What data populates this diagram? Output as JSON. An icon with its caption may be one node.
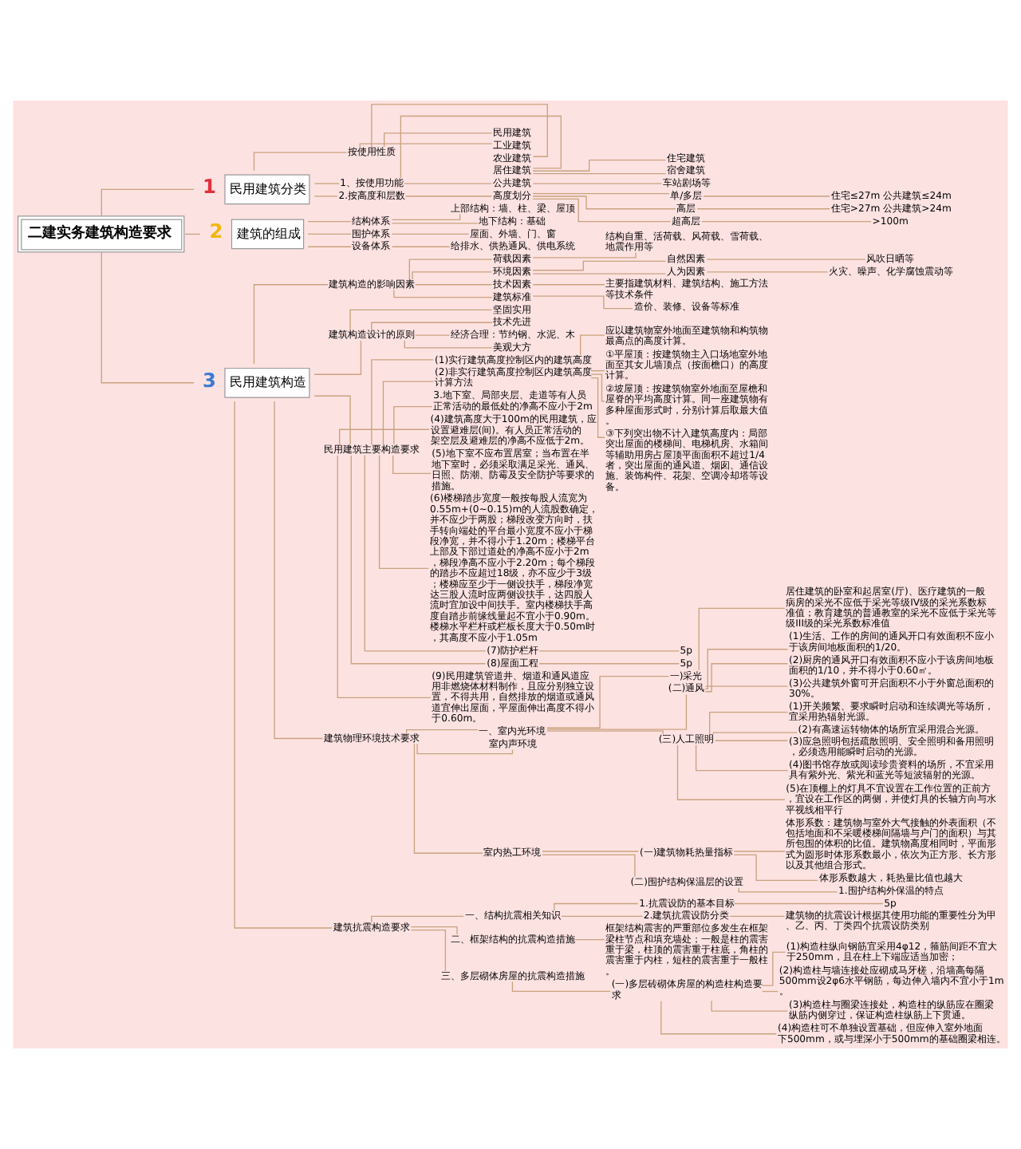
{
  "diagram": {
    "nodes": [
      {
        "text": [
          "二建实务建筑构造要求"
        ]
      },
      {
        "text": [
          "1",
          "民用建筑分类"
        ]
      },
      {
        "text": [
          "按使用性质"
        ]
      },
      {
        "text": [
          "民用建筑"
        ]
      },
      {
        "text": [
          "工业建筑"
        ]
      },
      {
        "text": [
          "农业建筑"
        ]
      },
      {
        "text": [
          "1、按使用功能"
        ]
      },
      {
        "text": [
          "居住建筑"
        ]
      },
      {
        "text": [
          "住宅建筑"
        ]
      },
      {
        "text": [
          "宿舍建筑"
        ]
      },
      {
        "text": [
          "公共建筑"
        ]
      },
      {
        "text": [
          "车站剧场等"
        ]
      },
      {
        "text": [
          "2.按高度和层数"
        ]
      },
      {
        "text": [
          "高度划分"
        ]
      },
      {
        "text": [
          "单/多层"
        ]
      },
      {
        "text": [
          "住宅≤27m 公共建筑≤24m"
        ]
      },
      {
        "text": [
          "高层"
        ]
      },
      {
        "text": [
          "住宅>27m 公共建筑>24m"
        ]
      },
      {
        "text": [
          "超高层"
        ]
      },
      {
        "text": [
          ">100m"
        ]
      },
      {
        "text": [
          "2",
          "建筑的组成"
        ]
      },
      {
        "text": [
          "结构体系"
        ]
      },
      {
        "text": [
          "上部结构：墙、柱、梁、屋顶"
        ]
      },
      {
        "text": [
          "地下结构：基础"
        ]
      },
      {
        "text": [
          "围护体系"
        ]
      },
      {
        "text": [
          "屋面、外墙、门、窗"
        ]
      },
      {
        "text": [
          "设备体系"
        ]
      },
      {
        "text": [
          "给排水、供热通风、供电系统"
        ]
      },
      {
        "text": [
          "3",
          "民用建筑构造"
        ]
      },
      {
        "text": [
          "建筑构造的影响因素"
        ]
      },
      {
        "text": [
          "荷载因素"
        ]
      },
      {
        "text": [
          "结构自重、活荷载、风荷载、雪荷载、地震作用等"
        ]
      },
      {
        "text": [
          "环境因素"
        ]
      },
      {
        "text": [
          "自然因素"
        ]
      },
      {
        "text": [
          "风吹日晒等"
        ]
      },
      {
        "text": [
          "人为因素"
        ]
      },
      {
        "text": [
          "火灾、噪声、化学腐蚀震动等"
        ]
      },
      {
        "text": [
          "技术因素"
        ]
      },
      {
        "text": [
          "主要指建筑材料、建筑结构、施工方法等技术条件"
        ]
      },
      {
        "text": [
          "建筑标准"
        ]
      },
      {
        "text": [
          "造价、装修、设备等标准"
        ]
      },
      {
        "text": [
          "建筑构造设计的原则"
        ]
      },
      {
        "text": [
          "坚固实用"
        ]
      },
      {
        "text": [
          "技术先进"
        ]
      },
      {
        "text": [
          "经济合理：节约钢、水泥、木"
        ]
      },
      {
        "text": [
          "美观大方"
        ]
      },
      {
        "text": [
          "民用建筑主要构造要求"
        ]
      },
      {
        "text": [
          "(1)实行建筑高度控制区内的建筑高度"
        ]
      },
      {
        "text": [
          "应以建筑物室外地面至建筑物和构筑物最高点的高度计算。"
        ]
      },
      {
        "text": [
          "(2)非实行建筑高度控制区内建筑高度计算方法"
        ]
      },
      {
        "text": [
          "①平屋顶：按建筑物主入口场地室外地面至其女儿墙顶点（按面檐口）的高度计算。"
        ]
      },
      {
        "text": [
          "②坡屋顶：按建筑物室外地面至屋檐和屋脊的平均高度计算。同一座建筑物有多种屋面形式时，分别计算后取最大值。"
        ]
      },
      {
        "text": [
          "③下列突出物不计入建筑高度内：局部突出屋面的楼梯间、电梯机房、水箱间等辅助用房占屋顶平面面积不超过1/4者，突出屋面的通风道、烟囱、通信设施、装饰构件、花架、空调冷却塔等设备。"
        ]
      },
      {
        "text": [
          "3.地下室、局部夹层、走道等有人员正常活动的最低处的净高不应小于2m"
        ]
      },
      {
        "text": [
          "(4)建筑高度大于100m的民用建筑，应设置避难层(间)。有人员正常活动的架空层及避难层的净高不应低于2m。"
        ]
      },
      {
        "text": [
          "(5)地下室不应布置居室；当布置在半地下室时，必须采取满足采光、通风、日照、防潮、防霉及安全防护等要求的措施。"
        ]
      },
      {
        "text": [
          "(6)楼梯踏步宽度一般按每股人流宽为0.55m+(0~0.15)m的人流股数确定，并不应少于两股；梯段改变方向时，扶手转向端处的平台最小宽度不应小于梯段净宽，并不得小于1.20m；楼梯平台上部及下部过道处的净高不应小于2m，梯段净高不应小于2.20m；每个梯段的踏步不应超过18级，亦不应少于3级；楼梯应至少于一侧设扶手，梯段净宽达三股人流时应两侧设扶手，达四股人流时宜加设中间扶手。室内楼梯扶手高度自踏步前缘线量起不宜小于0.90m。楼梯水平栏杆或栏板长度大于0.50m时，其高度不应小于1.05m"
        ]
      },
      {
        "text": [
          "(7)防护栏杆"
        ]
      },
      {
        "text": [
          "5p"
        ]
      },
      {
        "text": [
          "(8)屋面工程"
        ]
      },
      {
        "text": [
          "5p"
        ]
      },
      {
        "text": [
          "(9)民用建筑管道井、烟道和通风道应用非燃烧体材料制作，且应分别独立设置，不得共用，自然排放的烟道或通风道宜伸出屋面，平屋面伸出高度不得小于0.60m。"
        ]
      },
      {
        "text": [
          "建筑物理环境技术要求"
        ]
      },
      {
        "text": [
          "一、室内光环境"
        ]
      },
      {
        "text": [
          "一)采光"
        ]
      },
      {
        "text": [
          "居住建筑的卧室和起居室(厅)、医疗建筑的一般病房的采光不应低于采光等级IV级的采光系数标准值；教育建筑的普通教室的采光不应低于采光等级III级的采光系数标准值"
        ]
      },
      {
        "text": [
          "(二)通风"
        ]
      },
      {
        "text": [
          "(1)生活、工作的房间的通风开口有效面积不应小于该房间地板面积的1/20。"
        ]
      },
      {
        "text": [
          "(2)厨房的通风开口有效面积不应小于该房间地板面积的1/10，并不得小于0.60㎡。"
        ]
      },
      {
        "text": [
          "(3)公共建筑外窗可开启面积不小于外窗总面积的30%。"
        ]
      },
      {
        "text": [
          "(三)人工照明"
        ]
      },
      {
        "text": [
          "(1)开关频繁、要求瞬时启动和连续调光等场所，宜采用热辐射光源。"
        ]
      },
      {
        "text": [
          "(2)有高速运转物体的场所宜采用混合光源。"
        ]
      },
      {
        "text": [
          "(3)应急照明包括疏散照明、安全照明和备用照明，必须选用能瞬时启动的光源。"
        ]
      },
      {
        "text": [
          "(4)图书馆存放或阅读珍贵资料的场所，不宜采用具有紫外光、紫光和蓝光等短波辐射的光源。"
        ]
      },
      {
        "text": [
          "(5)在顶棚上的灯具不宜设置在工作位置的正前方，宜设在工作区的两侧，并使灯具的长轴方向与水平视线相平行"
        ]
      },
      {
        "text": [
          "室内声环境"
        ]
      },
      {
        "text": [
          "室内热工环境"
        ]
      },
      {
        "text": [
          "(一)建筑物耗热量指标"
        ]
      },
      {
        "text": [
          "体形系数：建筑物与室外大气接触的外表面积（不包括地面和不采暖楼梯间隔墙与户门的面积）与其所包围的体积的比值。建筑物高度相同时，平面形式为圆形时体形系数最小，依次为正方形、长方形以及其他组合形式。"
        ]
      },
      {
        "text": [
          "体形系数越大，耗热量比值也越大"
        ]
      },
      {
        "text": [
          "(二)围护结构保温层的设置"
        ]
      },
      {
        "text": [
          "1.围护结构外保温的特点"
        ]
      },
      {
        "text": [
          "建筑抗震构造要求"
        ]
      },
      {
        "text": [
          "一、结构抗震相关知识"
        ]
      },
      {
        "text": [
          "1.抗震设防的基本目标"
        ]
      },
      {
        "text": [
          "5p"
        ]
      },
      {
        "text": [
          "2.建筑抗震设防分类"
        ]
      },
      {
        "text": [
          "建筑物的抗震设计根据其使用功能的重要性分为甲、乙、丙、丁类四个抗震设防类别"
        ]
      },
      {
        "text": [
          "二、框架结构的抗震构造措施"
        ]
      },
      {
        "text": [
          "框架结构震害的严重部位多发生在框架梁柱节点和填充墙处；一般是柱的震害重于梁，柱顶的震害重于柱底，角柱的震害重于内柱，短柱的震害重于一般柱。"
        ]
      },
      {
        "text": [
          "三、多层砌体房屋的抗震构造措施"
        ]
      },
      {
        "text": [
          "(一)多层砖砌体房屋的构造柱构造要求"
        ]
      },
      {
        "text": [
          "(1)构造柱纵向钢筋宜采用4φ12，箍筋间距不宜大于250mm，且在柱上下端应适当加密；"
        ]
      },
      {
        "text": [
          "(2)构造柱与墙连接处应砌成马牙槎，沿墙高每隔500mm设2φ6水平钢筋，每边伸入墙内不宜小于1m。"
        ]
      },
      {
        "text": [
          "(3)构造柱与圈梁连接处，构造柱的纵筋应在圈梁纵筋内侧穿过，保证构造柱纵筋上下贯通。"
        ]
      },
      {
        "text": [
          "(4)构造柱可不单独设置基础，但应伸入室外地面下500mm，或与埋深小于500mm的基础圈梁相连。"
        ]
      }
    ],
    "edges": [
      {
        "from": 0,
        "to": 1,
        "arrow": "none"
      },
      {
        "from": 1,
        "to": 2,
        "arrow": "none"
      },
      {
        "from": 2,
        "to": 3,
        "arrow": "none"
      },
      {
        "from": 2,
        "to": 4,
        "arrow": "none"
      },
      {
        "from": 2,
        "to": 5,
        "arrow": "none"
      },
      {
        "from": 1,
        "to": 6,
        "arrow": "none"
      },
      {
        "from": 6,
        "to": 7,
        "arrow": "none"
      },
      {
        "from": 7,
        "to": 8,
        "arrow": "none"
      },
      {
        "from": 7,
        "to": 9,
        "arrow": "none"
      },
      {
        "from": 6,
        "to": 10,
        "arrow": "none"
      },
      {
        "from": 10,
        "to": 11,
        "arrow": "none"
      },
      {
        "from": 1,
        "to": 12,
        "arrow": "none"
      },
      {
        "from": 12,
        "to": 13,
        "arrow": "none"
      },
      {
        "from": 13,
        "to": 14,
        "arrow": "none"
      },
      {
        "from": 14,
        "to": 15,
        "arrow": "none"
      },
      {
        "from": 13,
        "to": 16,
        "arrow": "none"
      },
      {
        "from": 16,
        "to": 17,
        "arrow": "none"
      },
      {
        "from": 13,
        "to": 18,
        "arrow": "none"
      },
      {
        "from": 18,
        "to": 19,
        "arrow": "none"
      },
      {
        "from": 0,
        "to": 20,
        "arrow": "none"
      },
      {
        "from": 20,
        "to": 21,
        "arrow": "none"
      },
      {
        "from": 21,
        "to": 22,
        "arrow": "none"
      },
      {
        "from": 21,
        "to": 23,
        "arrow": "none"
      },
      {
        "from": 20,
        "to": 24,
        "arrow": "none"
      },
      {
        "from": 24,
        "to": 25,
        "arrow": "none"
      },
      {
        "from": 20,
        "to": 26,
        "arrow": "none"
      },
      {
        "from": 26,
        "to": 27,
        "arrow": "none"
      },
      {
        "from": 0,
        "to": 28,
        "arrow": "none"
      },
      {
        "from": 28,
        "to": 29,
        "arrow": "none"
      },
      {
        "from": 29,
        "to": 30,
        "arrow": "none"
      },
      {
        "from": 30,
        "to": 31,
        "arrow": "none"
      },
      {
        "from": 29,
        "to": 32,
        "arrow": "none"
      },
      {
        "from": 32,
        "to": 33,
        "arrow": "none"
      },
      {
        "from": 33,
        "to": 34,
        "arrow": "none"
      },
      {
        "from": 32,
        "to": 35,
        "arrow": "none"
      },
      {
        "from": 35,
        "to": 36,
        "arrow": "none"
      },
      {
        "from": 29,
        "to": 37,
        "arrow": "none"
      },
      {
        "from": 37,
        "to": 38,
        "arrow": "none"
      },
      {
        "from": 29,
        "to": 39,
        "arrow": "none"
      },
      {
        "from": 39,
        "to": 40,
        "arrow": "none"
      },
      {
        "from": 28,
        "to": 41,
        "arrow": "none"
      },
      {
        "from": 41,
        "to": 42,
        "arrow": "none"
      },
      {
        "from": 41,
        "to": 43,
        "arrow": "none"
      },
      {
        "from": 41,
        "to": 44,
        "arrow": "none"
      },
      {
        "from": 41,
        "to": 45,
        "arrow": "none"
      },
      {
        "from": 28,
        "to": 46,
        "arrow": "none"
      },
      {
        "from": 46,
        "to": 47,
        "arrow": "none"
      },
      {
        "from": 47,
        "to": 48,
        "arrow": "none"
      },
      {
        "from": 46,
        "to": 49,
        "arrow": "none"
      },
      {
        "from": 49,
        "to": 50,
        "arrow": "none"
      },
      {
        "from": 49,
        "to": 51,
        "arrow": "none"
      },
      {
        "from": 49,
        "to": 52,
        "arrow": "none"
      },
      {
        "from": 46,
        "to": 53,
        "arrow": "none"
      },
      {
        "from": 46,
        "to": 54,
        "arrow": "none"
      },
      {
        "from": 46,
        "to": 55,
        "arrow": "none"
      },
      {
        "from": 46,
        "to": 56,
        "arrow": "none"
      },
      {
        "from": 46,
        "to": 57,
        "arrow": "none"
      },
      {
        "from": 57,
        "to": 58,
        "arrow": "none"
      },
      {
        "from": 46,
        "to": 59,
        "arrow": "none"
      },
      {
        "from": 59,
        "to": 60,
        "arrow": "none"
      },
      {
        "from": 46,
        "to": 61,
        "arrow": "none"
      },
      {
        "from": 28,
        "to": 62,
        "arrow": "none"
      },
      {
        "from": 62,
        "to": 63,
        "arrow": "none"
      },
      {
        "from": 63,
        "to": 64,
        "arrow": "none"
      },
      {
        "from": 64,
        "to": 65,
        "arrow": "none"
      },
      {
        "from": 63,
        "to": 66,
        "arrow": "none"
      },
      {
        "from": 66,
        "to": 67,
        "arrow": "none"
      },
      {
        "from": 66,
        "to": 68,
        "arrow": "none"
      },
      {
        "from": 66,
        "to": 69,
        "arrow": "none"
      },
      {
        "from": 63,
        "to": 70,
        "arrow": "none"
      },
      {
        "from": 70,
        "to": 71,
        "arrow": "none"
      },
      {
        "from": 70,
        "to": 72,
        "arrow": "none"
      },
      {
        "from": 70,
        "to": 73,
        "arrow": "none"
      },
      {
        "from": 70,
        "to": 74,
        "arrow": "none"
      },
      {
        "from": 70,
        "to": 75,
        "arrow": "none"
      },
      {
        "from": 62,
        "to": 76,
        "arrow": "none"
      },
      {
        "from": 62,
        "to": 77,
        "arrow": "none"
      },
      {
        "from": 77,
        "to": 78,
        "arrow": "none"
      },
      {
        "from": 78,
        "to": 79,
        "arrow": "none"
      },
      {
        "from": 78,
        "to": 80,
        "arrow": "none"
      },
      {
        "from": 77,
        "to": 81,
        "arrow": "none"
      },
      {
        "from": 81,
        "to": 82,
        "arrow": "none"
      },
      {
        "from": 28,
        "to": 83,
        "arrow": "none"
      },
      {
        "from": 83,
        "to": 84,
        "arrow": "none"
      },
      {
        "from": 84,
        "to": 85,
        "arrow": "none"
      },
      {
        "from": 85,
        "to": 86,
        "arrow": "none"
      },
      {
        "from": 84,
        "to": 87,
        "arrow": "none"
      },
      {
        "from": 87,
        "to": 88,
        "arrow": "none"
      },
      {
        "from": 83,
        "to": 89,
        "arrow": "none"
      },
      {
        "from": 89,
        "to": 90,
        "arrow": "none"
      },
      {
        "from": 83,
        "to": 91,
        "arrow": "none"
      },
      {
        "from": 91,
        "to": 92,
        "arrow": "none"
      },
      {
        "from": 92,
        "to": 93,
        "arrow": "none"
      },
      {
        "from": 92,
        "to": 94,
        "arrow": "none"
      },
      {
        "from": 92,
        "to": 95,
        "arrow": "none"
      },
      {
        "from": 92,
        "to": 96,
        "arrow": "none"
      }
    ]
  }
}
